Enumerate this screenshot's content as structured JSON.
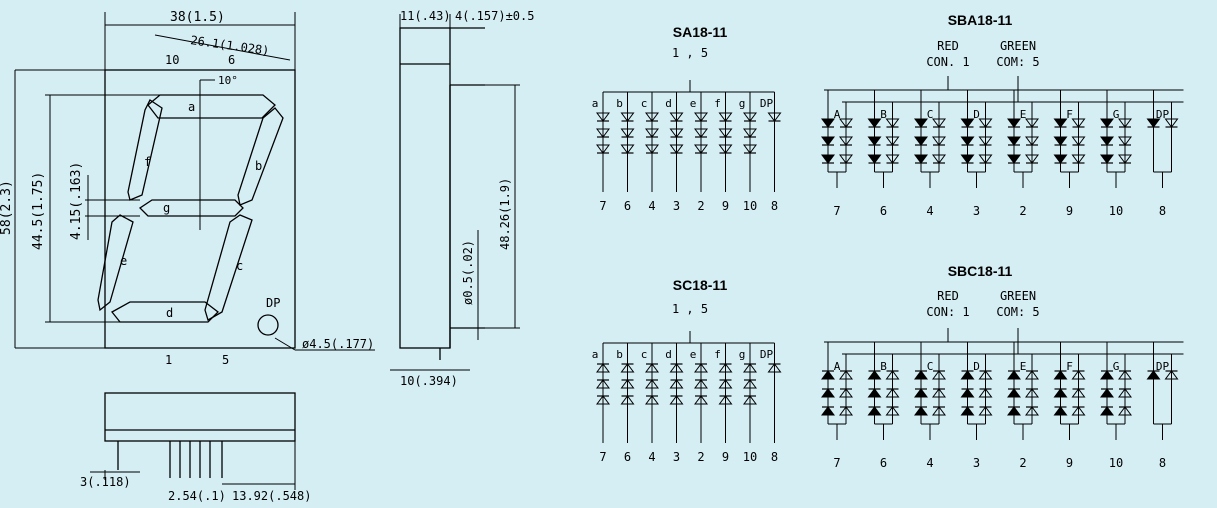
{
  "front": {
    "width": "38(1.5)",
    "seg_span": "26.1(1.028)",
    "pin_top_left": "10",
    "pin_top_right": "6",
    "slant": "10°",
    "height_total": "58(2.3)",
    "height_digit": "44.5(1.75)",
    "seg_width": "4.15(.163)",
    "seg_a": "a",
    "seg_b": "b",
    "seg_c": "c",
    "seg_d": "d",
    "seg_e": "e",
    "seg_f": "f",
    "seg_g": "g",
    "dp": "DP",
    "dp_dia": "ø4.5(.177)",
    "pin_bottom_left": "1",
    "pin_bottom_right": "5"
  },
  "side": {
    "top_width": "11(.43)",
    "pin_length": "4(.157)±0.5",
    "body_height": "48.26(1.9)",
    "pin_dia": "ø0.5(.02)",
    "depth": "10(.394)"
  },
  "bottom": {
    "offset": "3(.118)",
    "pitch": "2.54(.1)",
    "row_spacing": "13.92(.548)"
  },
  "sa": {
    "title": "SA18-11",
    "common": "1 , 5",
    "segs": [
      "a",
      "b",
      "c",
      "d",
      "e",
      "f",
      "g",
      "DP"
    ],
    "pins": [
      "7",
      "6",
      "4",
      "3",
      "2",
      "9",
      "10",
      "8"
    ]
  },
  "sc": {
    "title": "SC18-11",
    "common": "1 , 5",
    "segs": [
      "a",
      "b",
      "c",
      "d",
      "e",
      "f",
      "g",
      "DP"
    ],
    "pins": [
      "7",
      "6",
      "4",
      "3",
      "2",
      "9",
      "10",
      "8"
    ]
  },
  "sba": {
    "title": "SBA18-11",
    "red": "RED",
    "red_com": "CON. 1",
    "green": "GREEN",
    "green_com": "COM: 5",
    "segs": [
      "A",
      "B",
      "C",
      "D",
      "E",
      "F",
      "G",
      "DP"
    ],
    "pins": [
      "7",
      "6",
      "4",
      "3",
      "2",
      "9",
      "10",
      "8"
    ]
  },
  "sbc": {
    "title": "SBC18-11",
    "red": "RED",
    "red_com": "CON: 1",
    "green": "GREEN",
    "green_com": "COM: 5",
    "segs": [
      "A",
      "B",
      "C",
      "D",
      "E",
      "F",
      "G",
      "DP"
    ],
    "pins": [
      "7",
      "6",
      "4",
      "3",
      "2",
      "9",
      "10",
      "8"
    ]
  }
}
